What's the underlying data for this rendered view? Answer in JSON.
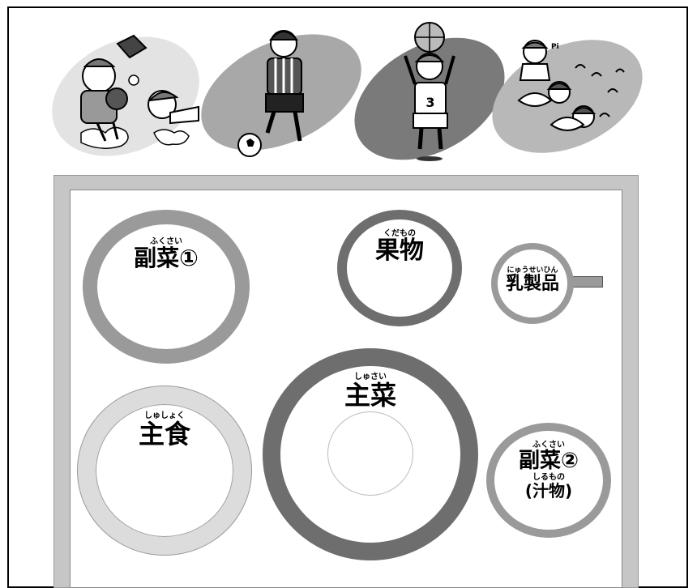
{
  "colors": {
    "tray": "#c6c6c6",
    "dish_dark": "#6e6e6e",
    "dish_mid": "#9a9a9a",
    "dish_light": "#dcdcdc"
  },
  "illustrations": [
    {
      "name": "baseball-catcher-slide"
    },
    {
      "name": "soccer-player"
    },
    {
      "name": "basketball-player",
      "jersey": "3"
    },
    {
      "name": "swimming-kids",
      "whistle": "Pi"
    }
  ],
  "dishes": {
    "side1": {
      "reading": "ふくさい",
      "name": "副菜①"
    },
    "fruit": {
      "reading": "くだもの",
      "name": "果物"
    },
    "dairy": {
      "reading": "にゅうせいひん",
      "name": "乳製品"
    },
    "staple": {
      "reading": "しゅしょく",
      "name": "主食"
    },
    "main": {
      "reading": "しゅさい",
      "name": "主菜"
    },
    "side2": {
      "reading": "ふくさい",
      "name": "副菜②",
      "sub_reading": "しるもの",
      "sub_name": "(汁物)"
    }
  }
}
